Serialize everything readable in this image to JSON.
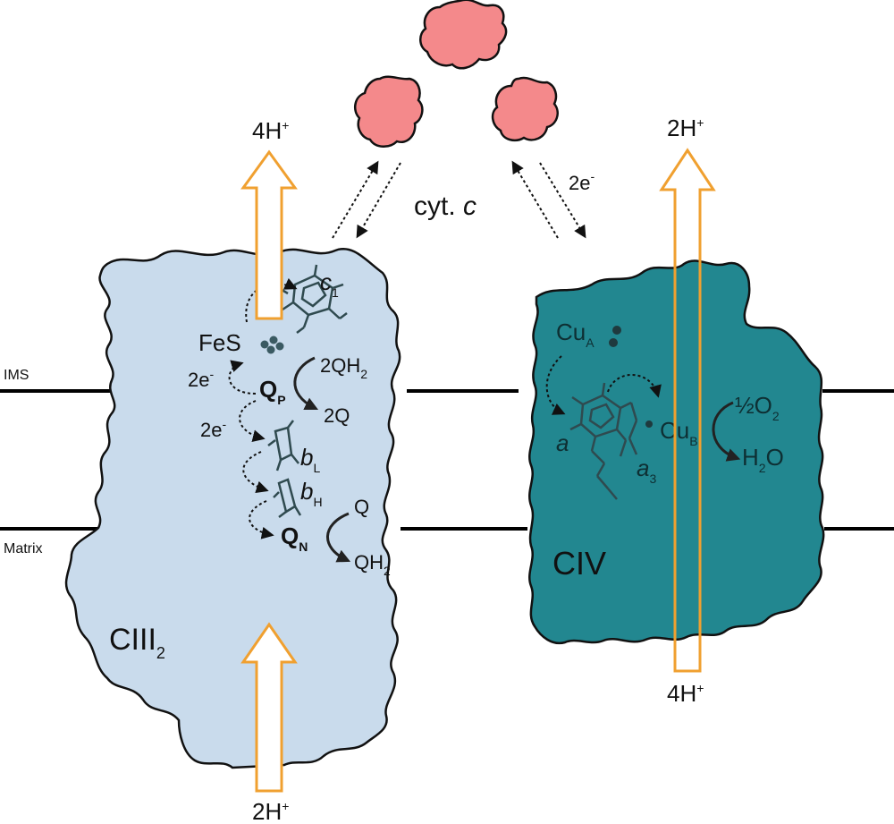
{
  "colors": {
    "complex_iii_fill": "#c9dbec",
    "complex_iv_fill": "#228790",
    "cyt_c_fill": "#f4898b",
    "proton_arrow": "#f0a030",
    "membrane_line": "#000000",
    "heme_color": "#2f4a4f"
  },
  "membrane": {
    "ims_label": "IMS",
    "matrix_label": "Matrix"
  },
  "cyt_c": {
    "label_main": "cyt. ",
    "label_italic": "c",
    "electron_label": "2e",
    "electron_sup": "-"
  },
  "complex_iii": {
    "name_main": "CIII",
    "name_sub": "2",
    "proton_top_main": "4H",
    "proton_top_sup": "+",
    "proton_bottom_main": "2H",
    "proton_bottom_sup": "+",
    "c1_main": "c",
    "c1_sub": "1",
    "fes": "FeS",
    "qp_main": "Q",
    "qp_sub": "P",
    "qh2_in_main": "2QH",
    "qh2_in_sub": "2",
    "q_out": "2Q",
    "bl_main": "b",
    "bl_sub": "L",
    "bh_main": "b",
    "bh_sub": "H",
    "qn_main": "Q",
    "qn_sub": "N",
    "q_in": "Q",
    "qh2_out_main": "QH",
    "qh2_out_sub": "2",
    "e_label_1": "2e",
    "e_label_2": "2e",
    "e_sup": "-"
  },
  "complex_iv": {
    "name": "CIV",
    "proton_top_main": "2H",
    "proton_top_sup": "+",
    "proton_bottom_main": "4H",
    "proton_bottom_sup": "+",
    "cua_main": "Cu",
    "cua_sub": "A",
    "cub_main": "Cu",
    "cub_sub": "B",
    "heme_a": "a",
    "heme_a3_main": "a",
    "heme_a3_sub": "3",
    "o2_main": "½O",
    "o2_sub": "2",
    "h2o_pre": "H",
    "h2o_sub": "2",
    "h2o_post": "O"
  }
}
